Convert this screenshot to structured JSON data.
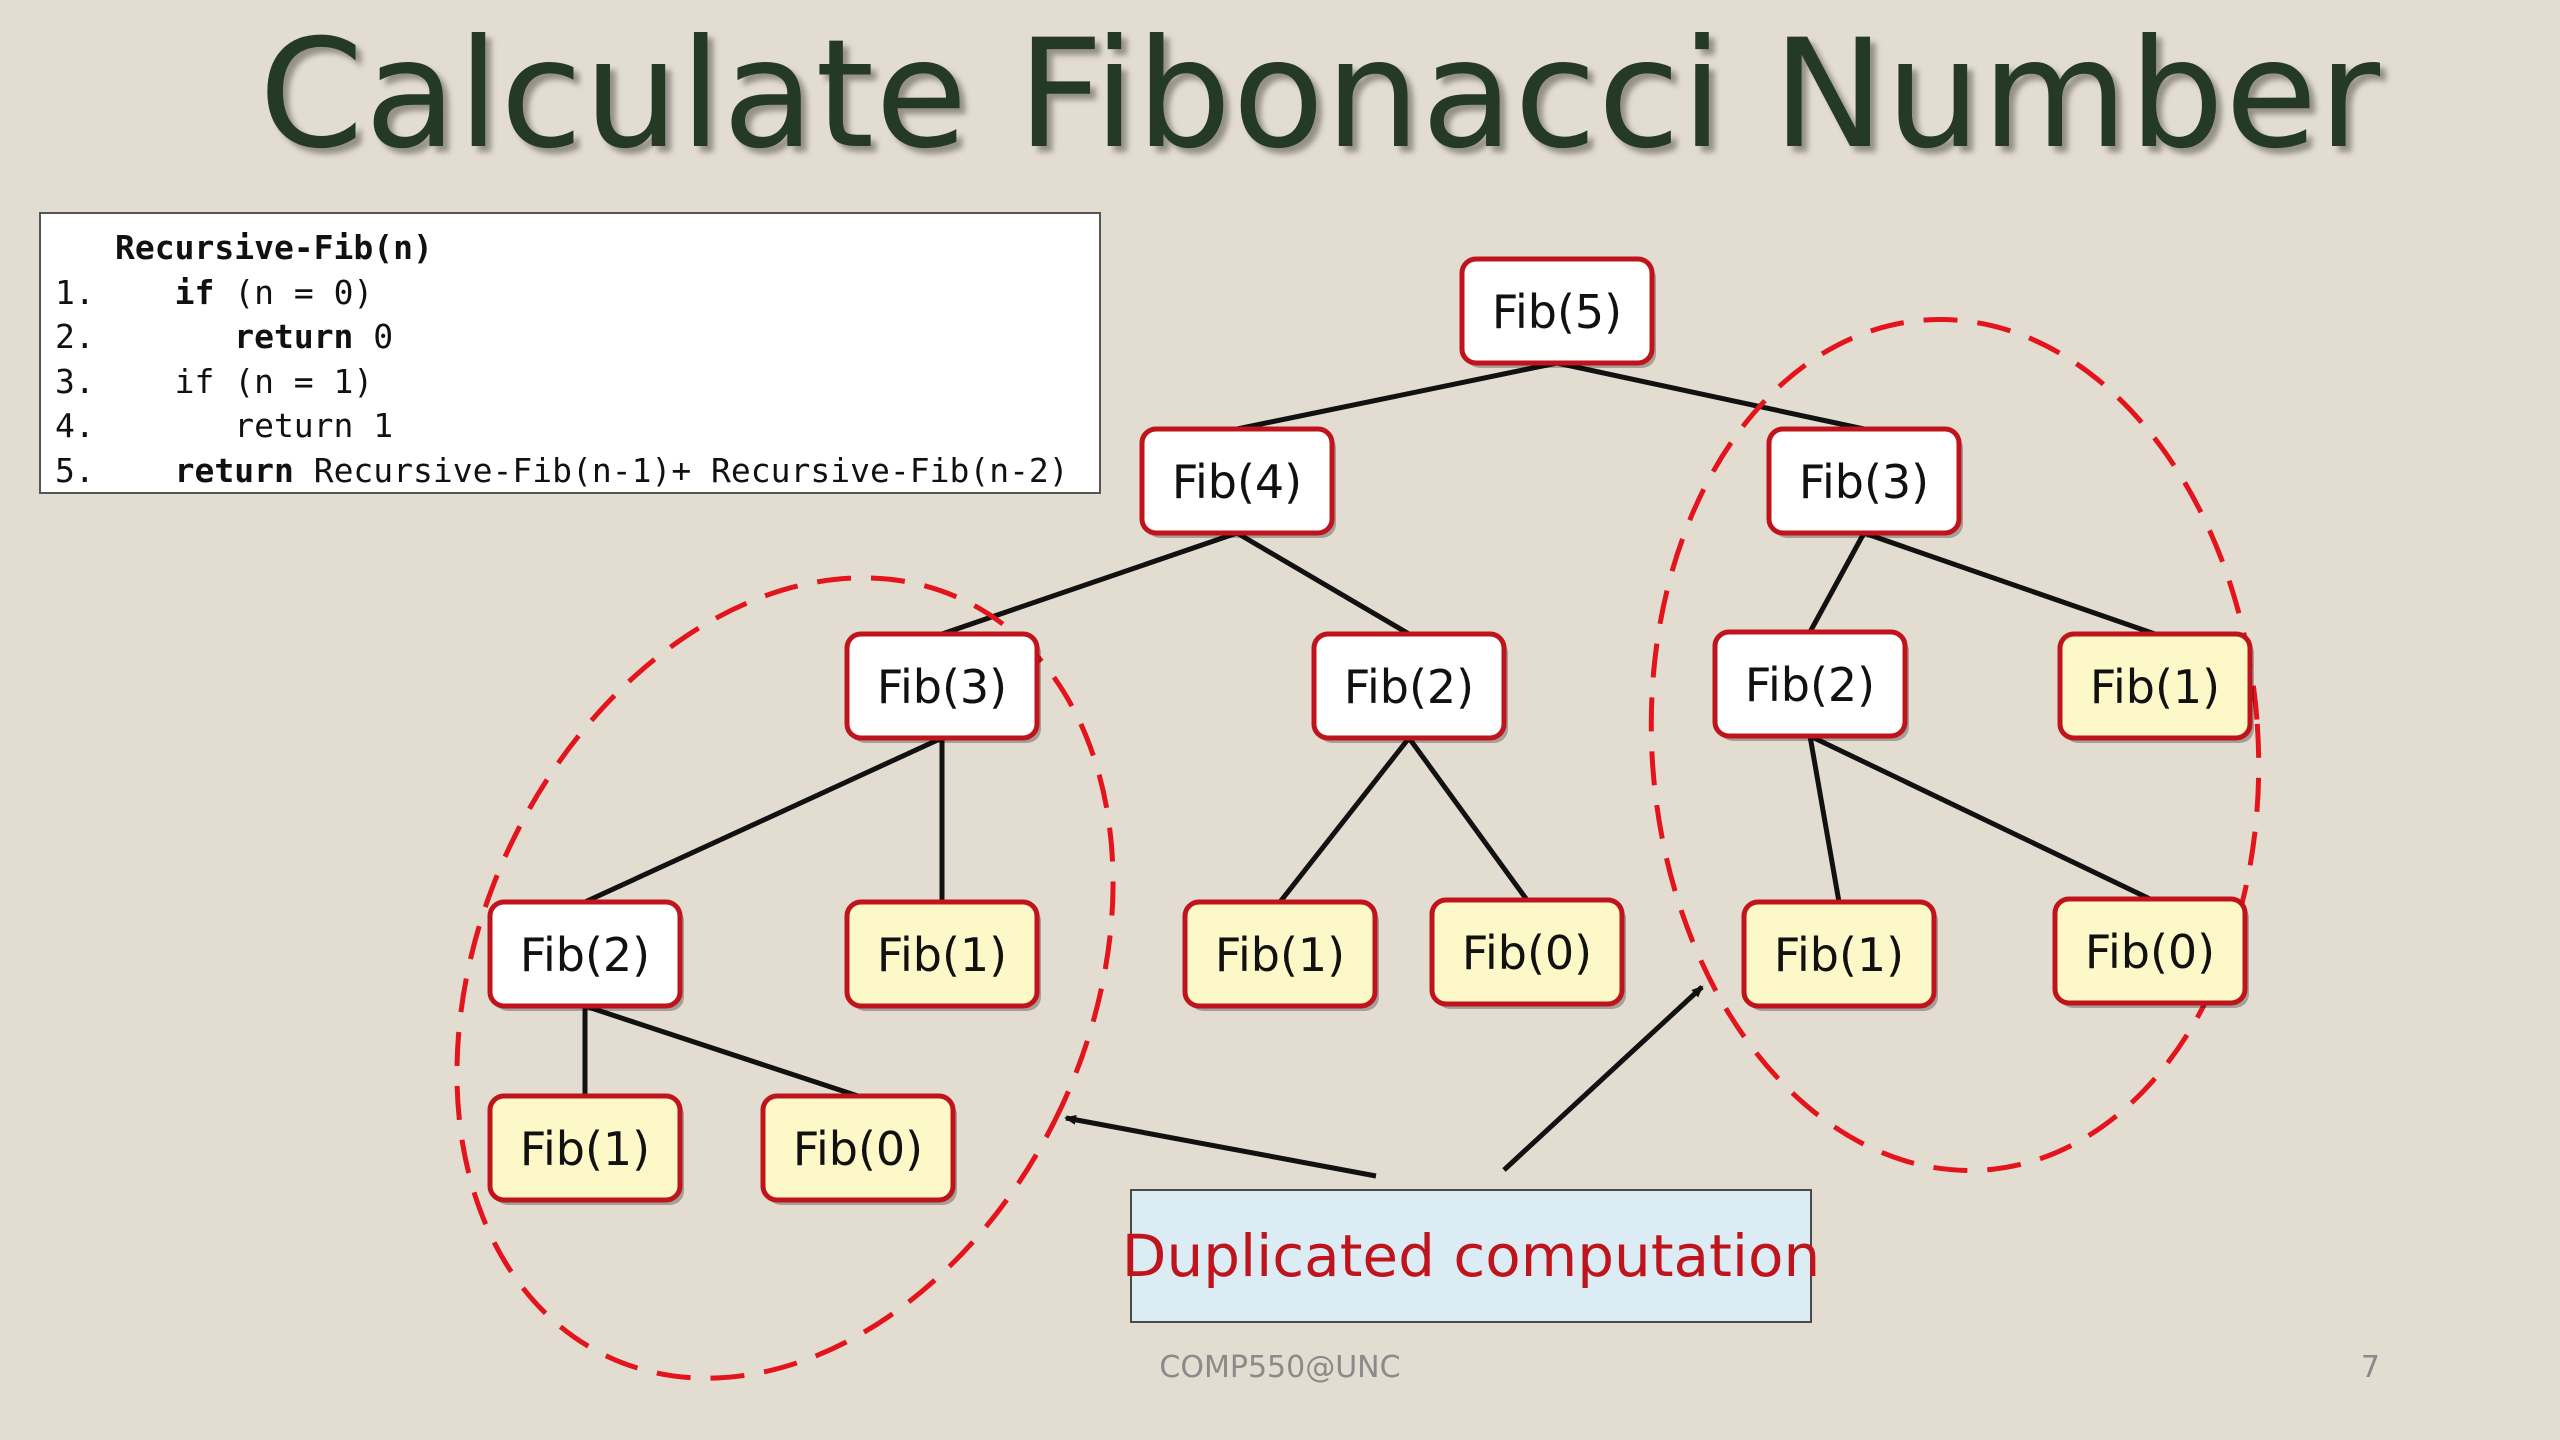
{
  "slide": {
    "title": "Calculate Fibonacci Number",
    "footer": "COMP550@UNC",
    "page_number": "7"
  },
  "code": {
    "header": "Recursive-Fib(n)",
    "lines": [
      {
        "num": "1.",
        "parts": [
          {
            "t": "   "
          },
          {
            "t": "if",
            "kw": true
          },
          {
            "t": " (n = 0)"
          }
        ]
      },
      {
        "num": "2.",
        "parts": [
          {
            "t": "      "
          },
          {
            "t": "return",
            "kw": true
          },
          {
            "t": " 0"
          }
        ]
      },
      {
        "num": "3.",
        "parts": [
          {
            "t": "   if (n = 1)"
          }
        ]
      },
      {
        "num": "4.",
        "parts": [
          {
            "t": "      return 1"
          }
        ]
      },
      {
        "num": "5.",
        "parts": [
          {
            "t": "   "
          },
          {
            "t": "return",
            "kw": true
          },
          {
            "t": " Recursive-Fib(n-1)+ Recursive-Fib(n-2)"
          }
        ]
      }
    ]
  },
  "tree": {
    "nodes": [
      {
        "id": "n5",
        "label": "Fib(5)",
        "leaf": false
      },
      {
        "id": "n4",
        "label": "Fib(4)",
        "leaf": false
      },
      {
        "id": "n3r",
        "label": "Fib(3)",
        "leaf": false
      },
      {
        "id": "n3l",
        "label": "Fib(3)",
        "leaf": false
      },
      {
        "id": "n2m",
        "label": "Fib(2)",
        "leaf": false
      },
      {
        "id": "n2r",
        "label": "Fib(2)",
        "leaf": false
      },
      {
        "id": "n1r",
        "label": "Fib(1)",
        "leaf": true
      },
      {
        "id": "n2l",
        "label": "Fib(2)",
        "leaf": false
      },
      {
        "id": "n1l",
        "label": "Fib(1)",
        "leaf": true
      },
      {
        "id": "n1m",
        "label": "Fib(1)",
        "leaf": true
      },
      {
        "id": "n0m",
        "label": "Fib(0)",
        "leaf": true
      },
      {
        "id": "n1rr",
        "label": "Fib(1)",
        "leaf": true
      },
      {
        "id": "n0rr",
        "label": "Fib(0)",
        "leaf": true
      },
      {
        "id": "n1ll",
        "label": "Fib(1)",
        "leaf": true
      },
      {
        "id": "n0ll",
        "label": "Fib(0)",
        "leaf": true
      }
    ],
    "edges": [
      [
        "n5",
        "n4"
      ],
      [
        "n5",
        "n3r"
      ],
      [
        "n4",
        "n3l"
      ],
      [
        "n4",
        "n2m"
      ],
      [
        "n3r",
        "n2r"
      ],
      [
        "n3r",
        "n1r"
      ],
      [
        "n3l",
        "n2l"
      ],
      [
        "n3l",
        "n1l"
      ],
      [
        "n2m",
        "n1m"
      ],
      [
        "n2m",
        "n0m"
      ],
      [
        "n2r",
        "n1rr"
      ],
      [
        "n2r",
        "n0rr"
      ],
      [
        "n2l",
        "n1ll"
      ],
      [
        "n2l",
        "n0ll"
      ]
    ]
  },
  "callout": {
    "text": "Duplicated computation"
  },
  "colors": {
    "background": "#e3ddd1",
    "node_border": "#c0141c",
    "node_fill": "#ffffff",
    "leaf_fill": "#fdf8c8",
    "dashed_circle": "#e4141c",
    "callout_fill": "#dbecf4",
    "callout_text": "#c0141c",
    "title_text": "#243a24"
  }
}
